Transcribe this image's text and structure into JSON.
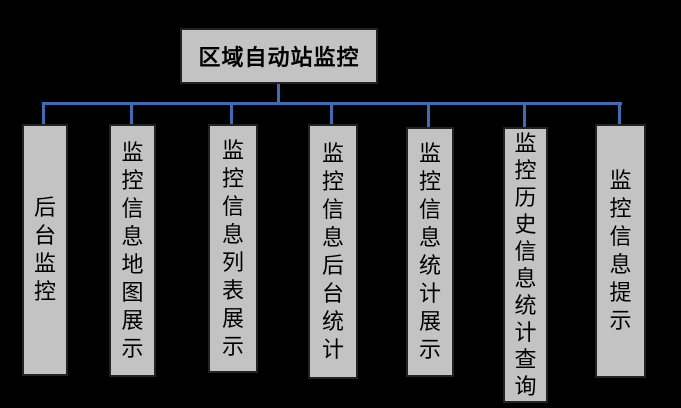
{
  "diagram": {
    "type": "org-tree",
    "title": "区域自动站监控",
    "children": [
      {
        "label": "后台监控"
      },
      {
        "label": "监控信息地图展示"
      },
      {
        "label": "监控信息列表展示"
      },
      {
        "label": "监控信息后台统计"
      },
      {
        "label": "监控信息统计展示"
      },
      {
        "label": "监控历史信息统计查询"
      },
      {
        "label": "监控信息提示"
      }
    ],
    "colors": {
      "background": "#000000",
      "node_fill": "#c3c3c3",
      "node_border": "#222222",
      "connector": "#3e6cb5",
      "text": "#000000"
    }
  }
}
